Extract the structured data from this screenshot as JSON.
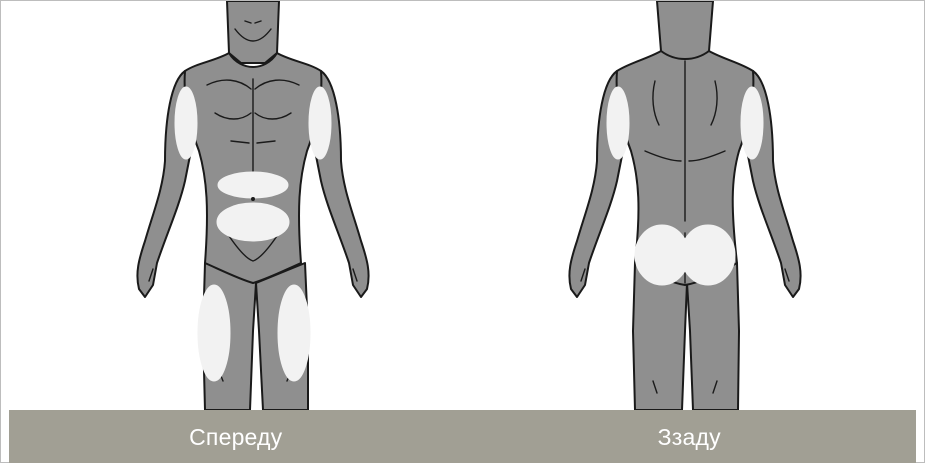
{
  "figures": {
    "front": {
      "caption": "Спереду"
    },
    "back": {
      "caption": "Ззаду"
    }
  },
  "colors": {
    "body_fill": "#8f8f8f",
    "outline": "#1a1a1a",
    "injection_zone": "#f2f2f2",
    "caption_bar": "#a19f94",
    "caption_text": "#ffffff"
  },
  "icons": [
    "human-front-illustration",
    "human-back-illustration"
  ]
}
